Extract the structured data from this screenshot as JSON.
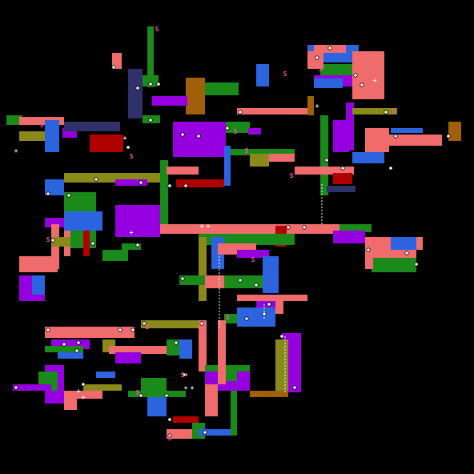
{
  "map": {
    "background": "#000000",
    "palette": {
      "pink": "#f06c6c",
      "green": "#1a8a1a",
      "blue": "#2c64e0",
      "purple": "#9600e0",
      "brown": "#a0600a",
      "olive": "#8a8a1a",
      "red": "#b00000",
      "navy": "#30306a",
      "white": "#ffffff"
    },
    "rooms": [
      {
        "color": "green"
      },
      {
        "color": "brown"
      },
      {
        "color": "green"
      },
      {
        "color": "purple"
      },
      {
        "color": "pink"
      },
      {
        "color": "green"
      },
      {
        "color": "blue"
      },
      {
        "color": "green"
      },
      {
        "color": "purple"
      },
      {
        "color": "green"
      },
      {
        "color": "purple"
      },
      {
        "color": "pink"
      },
      {
        "color": "brown"
      },
      {
        "color": "blue"
      },
      {
        "color": "pink"
      },
      {
        "color": "navy"
      },
      {
        "color": "red"
      },
      {
        "color": "green"
      },
      {
        "color": "pink"
      },
      {
        "color": "olive"
      },
      {
        "color": "blue"
      },
      {
        "color": "purple"
      },
      {
        "color": "navy"
      },
      {
        "color": "blue"
      },
      {
        "color": "olive"
      },
      {
        "color": "purple"
      },
      {
        "color": "green"
      },
      {
        "color": "pink"
      },
      {
        "color": "red"
      },
      {
        "color": "blue"
      },
      {
        "color": "green"
      },
      {
        "color": "olive"
      },
      {
        "color": "pink"
      },
      {
        "color": "green"
      },
      {
        "color": "purple"
      },
      {
        "color": "blue"
      },
      {
        "color": "pink"
      },
      {
        "color": "red"
      },
      {
        "color": "navy"
      },
      {
        "color": "purple"
      },
      {
        "color": "olive"
      },
      {
        "color": "pink"
      },
      {
        "color": "pink"
      },
      {
        "color": "blue"
      },
      {
        "color": "brown"
      },
      {
        "color": "green"
      },
      {
        "color": "purple"
      },
      {
        "color": "pink"
      },
      {
        "color": "pink"
      },
      {
        "color": "blue"
      },
      {
        "color": "green"
      },
      {
        "color": "purple"
      },
      {
        "color": "purple"
      },
      {
        "color": "pink"
      },
      {
        "color": "blue"
      },
      {
        "color": "pink"
      },
      {
        "color": "red"
      },
      {
        "color": "olive"
      },
      {
        "color": "green"
      },
      {
        "color": "green"
      },
      {
        "color": "pink"
      },
      {
        "color": "purple"
      },
      {
        "color": "blue"
      },
      {
        "color": "pink"
      },
      {
        "color": "red"
      },
      {
        "color": "green"
      },
      {
        "color": "blue"
      },
      {
        "color": "pink"
      },
      {
        "color": "purple"
      },
      {
        "color": "blue"
      },
      {
        "color": "olive"
      },
      {
        "color": "green"
      },
      {
        "color": "pink"
      },
      {
        "color": "green"
      },
      {
        "color": "pink"
      },
      {
        "color": "purple"
      },
      {
        "color": "blue"
      },
      {
        "color": "pink"
      },
      {
        "color": "green"
      },
      {
        "color": "olive"
      },
      {
        "color": "pink"
      },
      {
        "color": "purple"
      },
      {
        "color": "green"
      },
      {
        "color": "blue"
      },
      {
        "color": "olive"
      },
      {
        "color": "pink"
      },
      {
        "color": "purple"
      },
      {
        "color": "green"
      },
      {
        "color": "blue"
      },
      {
        "color": "pink"
      },
      {
        "color": "green"
      },
      {
        "color": "purple"
      },
      {
        "color": "green"
      },
      {
        "color": "pink"
      },
      {
        "color": "blue"
      },
      {
        "color": "green"
      },
      {
        "color": "green"
      },
      {
        "color": "pink"
      },
      {
        "color": "olive"
      },
      {
        "color": "purple"
      },
      {
        "color": "green"
      },
      {
        "color": "pink"
      },
      {
        "color": "blue"
      },
      {
        "color": "purple"
      },
      {
        "color": "red"
      },
      {
        "color": "pink"
      },
      {
        "color": "green"
      },
      {
        "color": "blue"
      },
      {
        "color": "green"
      },
      {
        "color": "pink"
      },
      {
        "color": "purple"
      },
      {
        "color": "olive"
      },
      {
        "color": "brown"
      },
      {
        "color": "pink"
      },
      {
        "color": "green"
      },
      {
        "color": "blue"
      },
      {
        "color": "pink"
      },
      {
        "color": "green"
      },
      {
        "color": "purple"
      },
      {
        "color": "pink"
      },
      {
        "color": "olive"
      },
      {
        "color": "blue"
      },
      {
        "color": "green"
      },
      {
        "color": "pink"
      },
      {
        "color": "purple"
      }
    ],
    "markers": {
      "save_label": "S",
      "item_label": "+",
      "dot_icon": "door-dot-icon",
      "cross_icon": "cross-tile-icon"
    }
  }
}
